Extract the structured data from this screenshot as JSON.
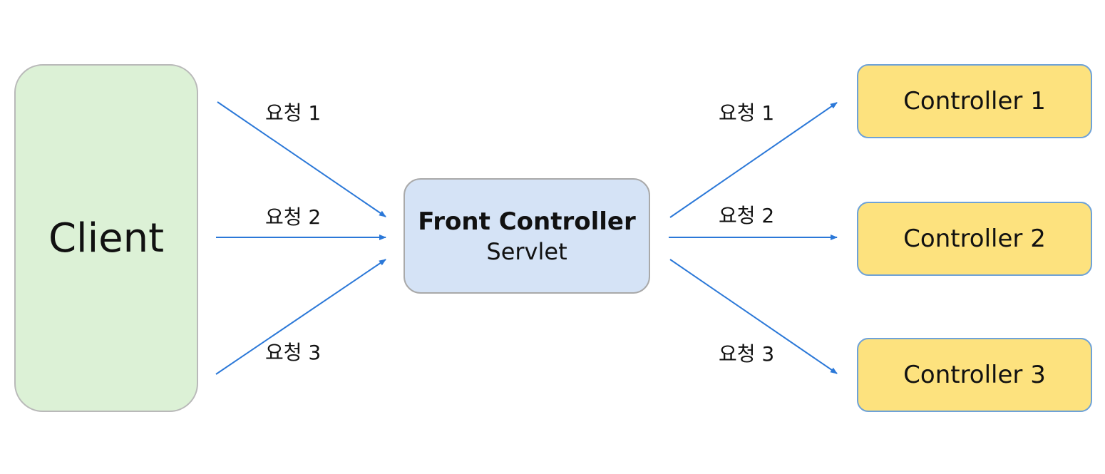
{
  "nodes": {
    "client": {
      "label": "Client"
    },
    "front_controller": {
      "title": "Front Controller",
      "subtitle": "Servlet"
    },
    "controllers": [
      {
        "label": "Controller 1"
      },
      {
        "label": "Controller 2"
      },
      {
        "label": "Controller 3"
      }
    ]
  },
  "edge_labels": {
    "incoming": [
      "요청 1",
      "요청 2",
      "요청 3"
    ],
    "outgoing": [
      "요청 1",
      "요청 2",
      "요청 3"
    ]
  },
  "colors": {
    "client_fill": "#dcf1d6",
    "front_fill": "#d5e3f6",
    "controller_fill": "#fde27e",
    "arrow": "#2b78d8"
  }
}
